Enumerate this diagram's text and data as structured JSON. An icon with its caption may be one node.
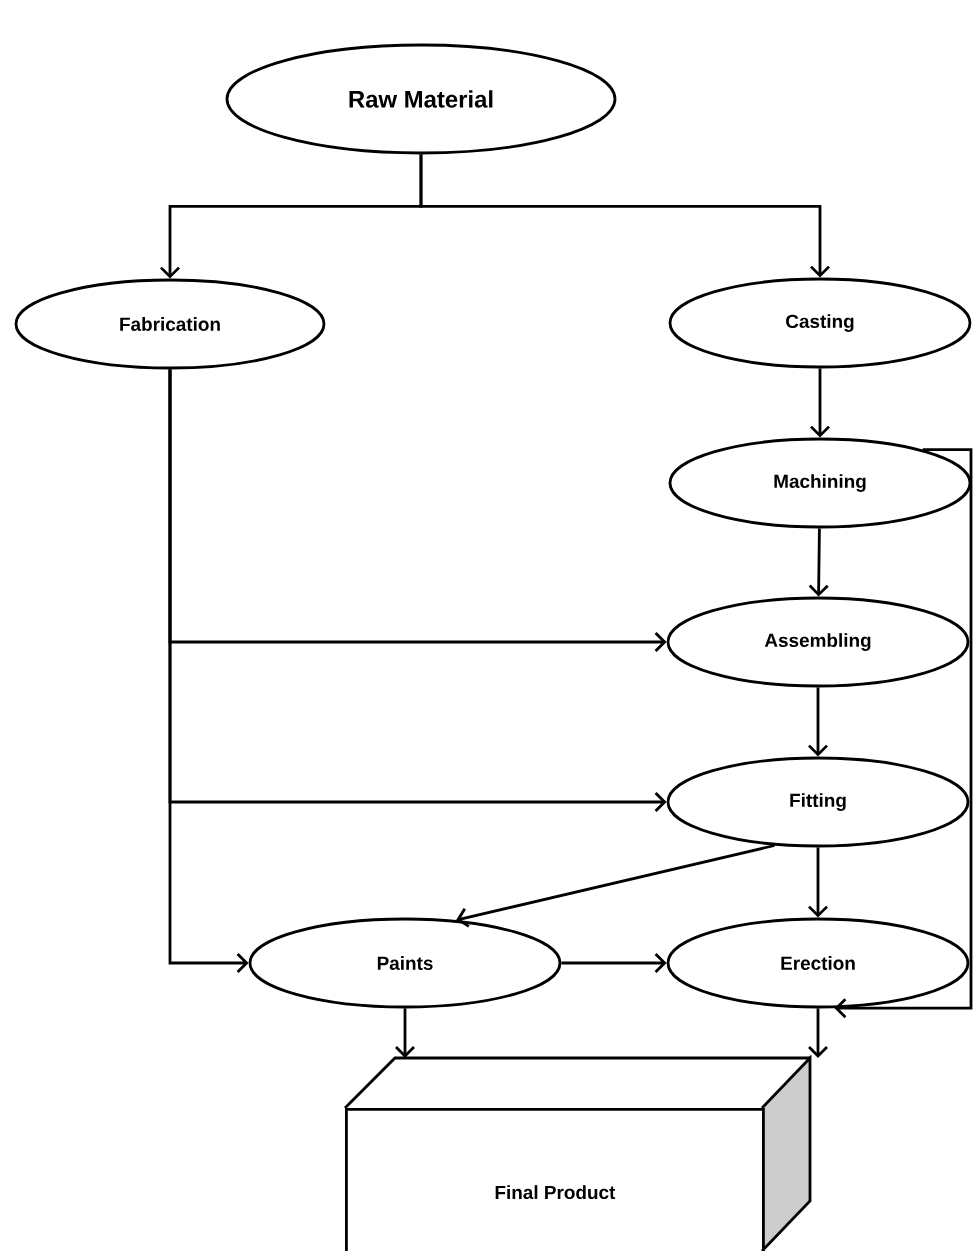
{
  "diagram": {
    "nodes": [
      {
        "text": [
          "Raw Material"
        ]
      },
      {
        "text": [
          "Fabrication"
        ]
      },
      {
        "text": [
          "Casting"
        ]
      },
      {
        "text": [
          "Machining"
        ]
      },
      {
        "text": [
          "Assembling"
        ]
      },
      {
        "text": [
          "Fitting"
        ]
      },
      {
        "text": [
          "Paints"
        ]
      },
      {
        "text": [
          "Erection"
        ]
      },
      {
        "text": [
          "Final Product"
        ]
      }
    ],
    "edges": [
      {
        "from": 0,
        "to": 1,
        "arrow": "to"
      },
      {
        "from": 0,
        "to": 2,
        "arrow": "to"
      },
      {
        "from": 2,
        "to": 3,
        "arrow": "to"
      },
      {
        "from": 3,
        "to": 4,
        "arrow": "to"
      },
      {
        "from": 1,
        "to": 4,
        "arrow": "to"
      },
      {
        "from": 4,
        "to": 5,
        "arrow": "to"
      },
      {
        "from": 1,
        "to": 5,
        "arrow": "to"
      },
      {
        "from": 5,
        "to": 6,
        "arrow": "to"
      },
      {
        "from": 5,
        "to": 7,
        "arrow": "to"
      },
      {
        "from": 1,
        "to": 6,
        "arrow": "to"
      },
      {
        "from": 6,
        "to": 7,
        "arrow": "to"
      },
      {
        "from": 3,
        "to": 7,
        "arrow": "to"
      },
      {
        "from": 6,
        "to": 8,
        "arrow": "to"
      },
      {
        "from": 7,
        "to": 8,
        "arrow": "to"
      }
    ]
  }
}
